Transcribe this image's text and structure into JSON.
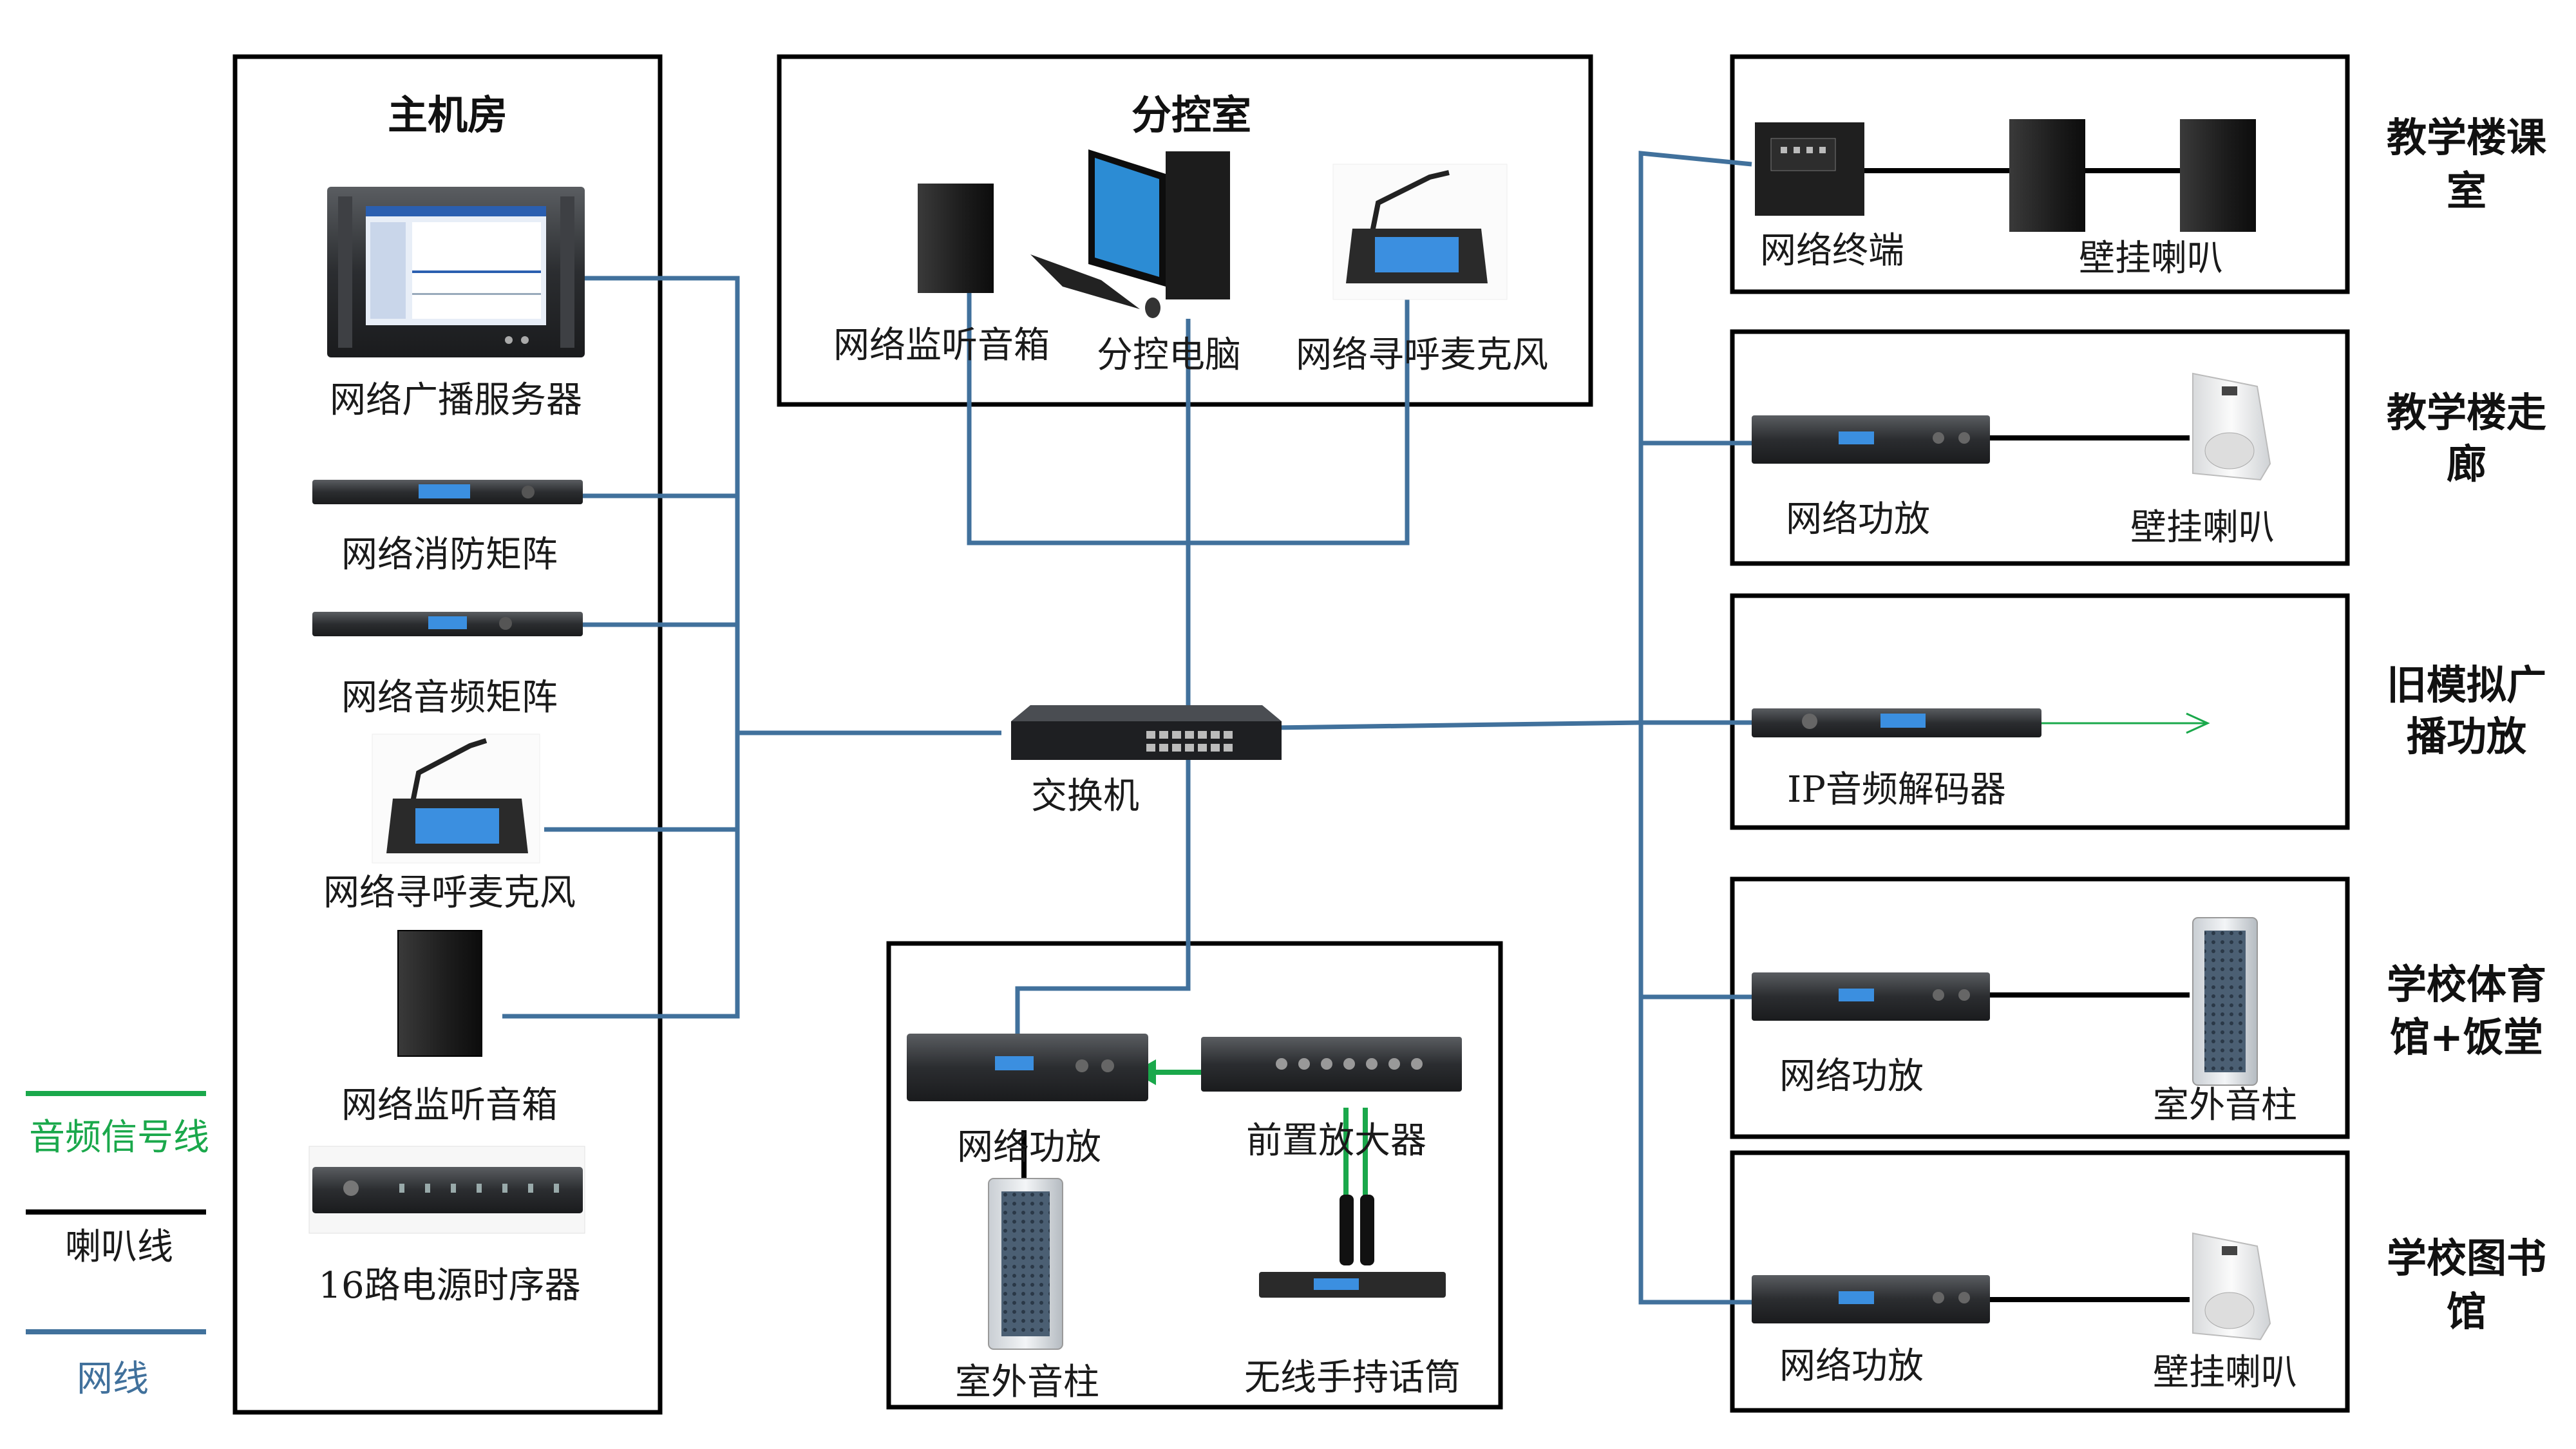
{
  "colors": {
    "network_line": "#41719c",
    "speaker_line": "#000000",
    "audio_line": "#1aa84b",
    "box_border": "#000000"
  },
  "main_room": {
    "title": "主机房",
    "server": "网络广播服务器",
    "fire_matrix": "网络消防矩阵",
    "audio_matrix": "网络音频矩阵",
    "paging_mic": "网络寻呼麦克风",
    "monitor_speaker": "网络监听音箱",
    "power_sequencer": "16路电源时序器"
  },
  "sub_control": {
    "title": "分控室",
    "monitor_speaker": "网络监听音箱",
    "pc": "分控电脑",
    "paging_mic": "网络寻呼麦克风"
  },
  "switch": {
    "label": "交换机"
  },
  "outdoor_group": {
    "amplifier": "网络功放",
    "preamp": "前置放大器",
    "column_speaker": "室外音柱",
    "wireless_mic": "无线手持话筒"
  },
  "zones": [
    {
      "name_line1": "教学楼课",
      "name_line2": "室",
      "device": "网络终端",
      "speaker": "壁挂喇叭"
    },
    {
      "name_line1": "教学楼走",
      "name_line2": "廊",
      "device": "网络功放",
      "speaker": "壁挂喇叭"
    },
    {
      "name_line1": "旧模拟广",
      "name_line2": "播功放",
      "device": "IP音频解码器",
      "speaker": ""
    },
    {
      "name_line1": "学校体育",
      "name_line2": "馆+饭堂",
      "device": "网络功放",
      "speaker": "室外音柱"
    },
    {
      "name_line1": "学校图书",
      "name_line2": "馆",
      "device": "网络功放",
      "speaker": "壁挂喇叭"
    }
  ],
  "legend": {
    "audio_signal": "音频信号线",
    "speaker_wire": "喇叭线",
    "network": "网线"
  }
}
